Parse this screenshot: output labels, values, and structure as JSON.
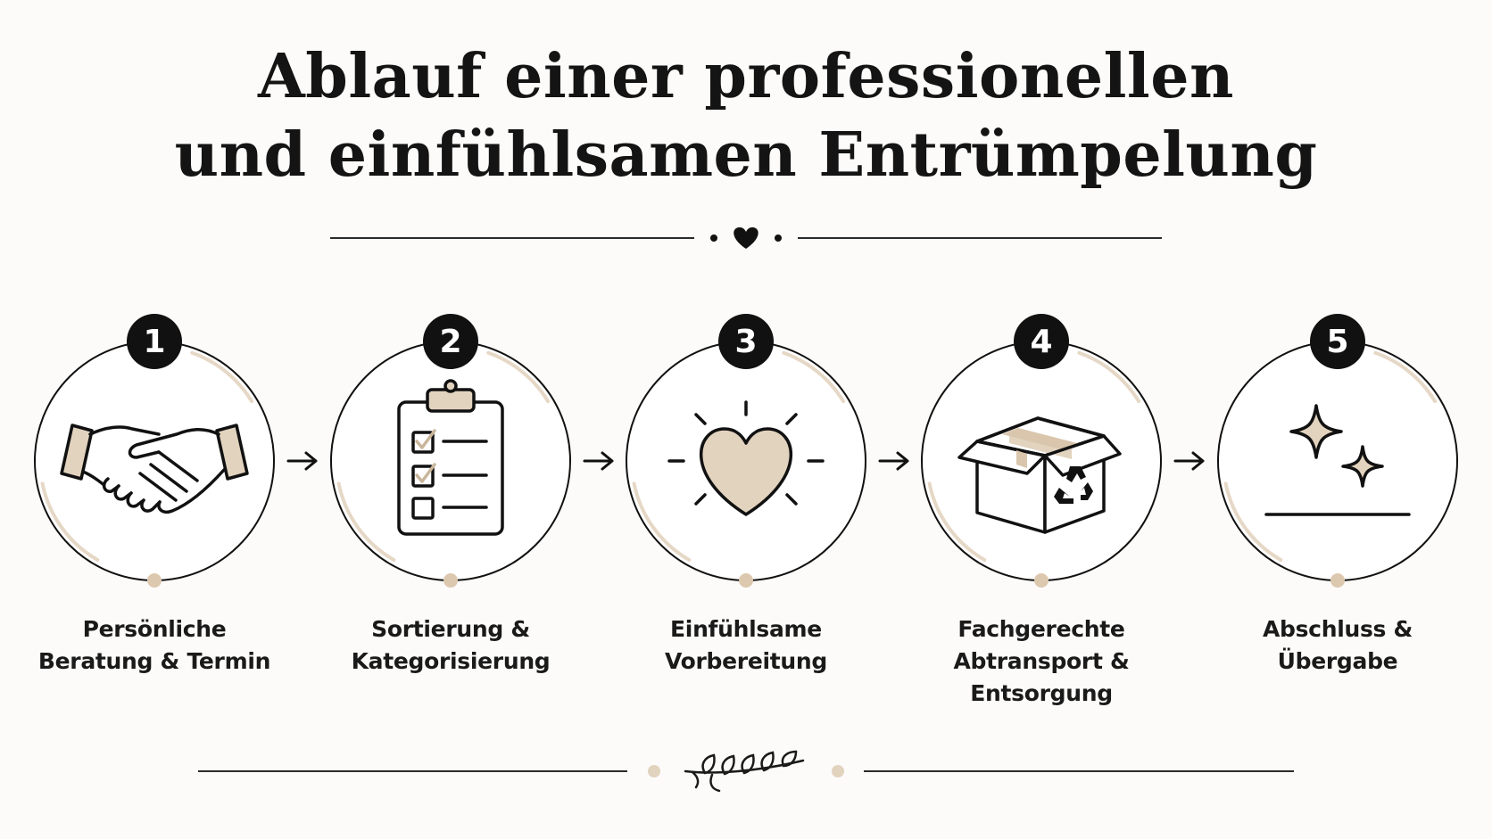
{
  "title": {
    "line1": "Ablauf einer professionellen",
    "line2": "und einfühlsamen Entrümpelung"
  },
  "colors": {
    "ink": "#111111",
    "beige": "#e6d8c6",
    "beige_dark": "#dcc8ae",
    "background": "#fcfbf9"
  },
  "steps": [
    {
      "number": "1",
      "icon": "handshake-icon",
      "label_lines": [
        "Persönliche",
        "Beratung & Termin"
      ]
    },
    {
      "number": "2",
      "icon": "clipboard-checklist-icon",
      "label_lines": [
        "Sortierung &",
        "Kategorisierung"
      ]
    },
    {
      "number": "3",
      "icon": "heart-icon",
      "label_lines": [
        "Einfühlsame",
        "Vorbereitung"
      ]
    },
    {
      "number": "4",
      "icon": "recycling-box-icon",
      "label_lines": [
        "Fachgerechte",
        "Abtransport &",
        "Entsorgung"
      ]
    },
    {
      "number": "5",
      "icon": "sparkles-icon",
      "label_lines": [
        "Abschluss &",
        "Übergabe"
      ]
    }
  ],
  "decorations": {
    "top_divider_icon": "heart-icon",
    "bottom_divider_icon": "leaf-branch-icon"
  }
}
